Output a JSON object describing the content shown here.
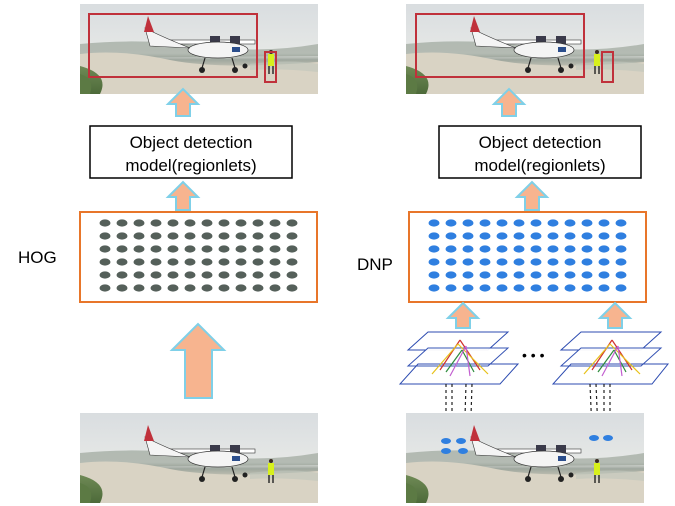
{
  "left_column": {
    "model_box": {
      "line1": "Object detection",
      "line2": "model(regionlets)"
    },
    "feature_label": "HOG",
    "feature_dot_color": "#55605a"
  },
  "right_column": {
    "model_box": {
      "line1": "Object detection",
      "line2": "model(regionlets)"
    },
    "feature_label": "DNP",
    "feature_dot_color": "#2f7fe0",
    "ellipsis": "• • •"
  },
  "colors": {
    "arrow_fill": "#f7b48f",
    "arrow_stroke": "#7fd0e8",
    "feature_border": "#e8762a",
    "detection_box": "#c0313b",
    "layer_stroke": "#2c4bb0"
  }
}
